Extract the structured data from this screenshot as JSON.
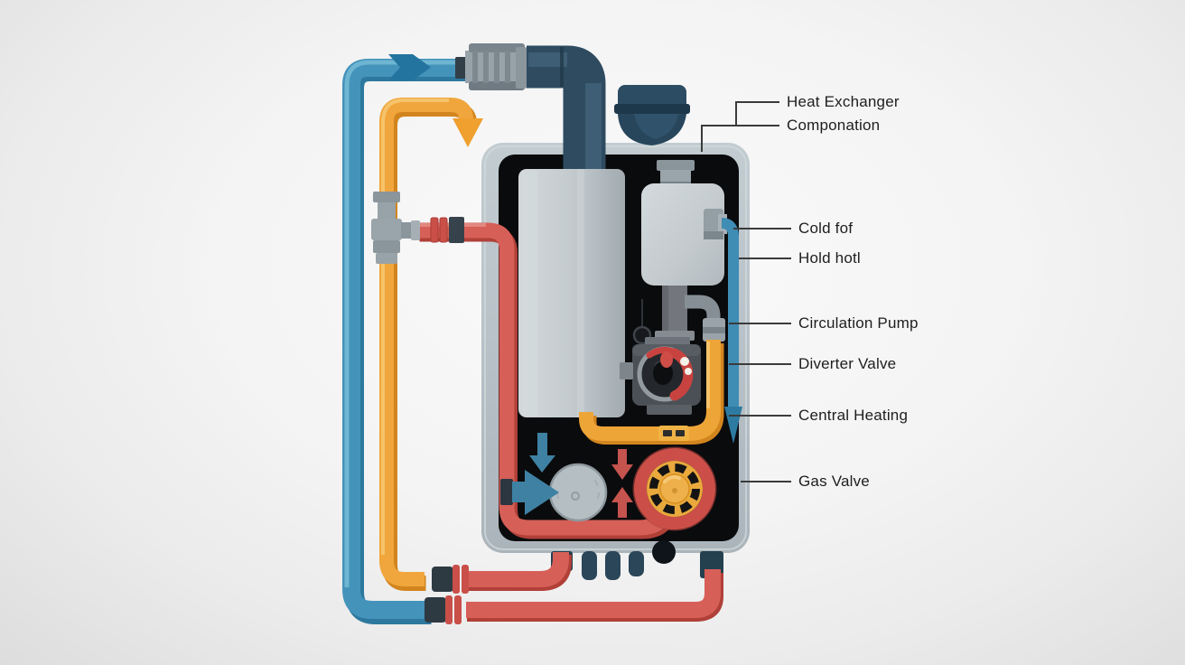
{
  "labels": {
    "heat_exchanger": "Heat Exchanger",
    "componation": "Componation",
    "cold_fof": "Cold fof",
    "hold_hotl": "Hold hotl",
    "circulation_pump": "Circulation Pump",
    "diverter_valve": "Diverter Valve",
    "central_heating": "Central Heating",
    "gas_valve": "Gas Valve"
  },
  "colors": {
    "cold_water_pipe": "#4493bb",
    "hot_water_pipe": "#f0a63c",
    "heating_pipe": "#d65f58",
    "flue_pipe": "#2e4b60",
    "gas_valve_yellow": "#e9a93c",
    "gas_valve_ring_red": "#cb4f48",
    "boiler_casing": "#b7c1c7",
    "boiler_interior": "#0a0b0d",
    "label_text": "#1e1e1e",
    "label_line": "#3b3b3b"
  }
}
